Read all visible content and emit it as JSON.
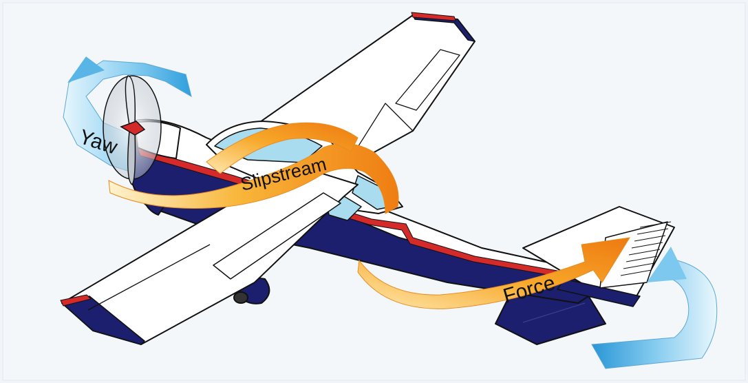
{
  "labels": {
    "yaw": "Yaw",
    "slipstream": "Slipstream",
    "force": "Force"
  },
  "colors": {
    "background": "#f1f5f9",
    "airframe_white": "#ffffff",
    "airframe_navy": "#1b1f6e",
    "stripe_red": "#d42a2a",
    "canopy_blue": "#a9dcef",
    "arrow_orange": "#f39c1f",
    "arrow_blue": "#4fb6e8"
  },
  "icons": {
    "airplane": "airplane-illustration",
    "yaw_arrow": "curved-arrow-icon",
    "slipstream_arrow": "spiral-arrow-icon",
    "force_arrow": "arrow-icon",
    "tail_rotation_arrow": "curved-arrow-icon"
  }
}
